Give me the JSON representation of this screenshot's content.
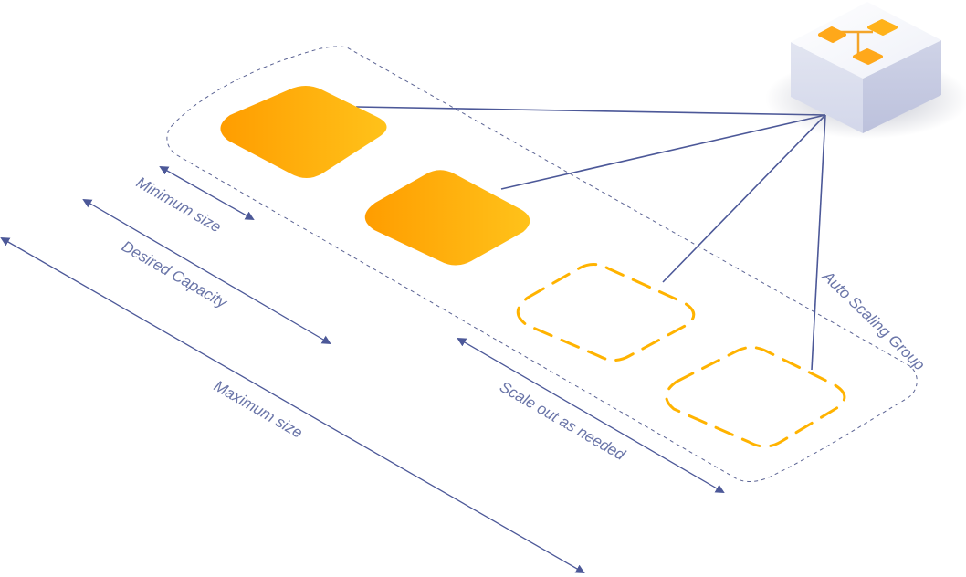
{
  "diagram": {
    "group_label": "Auto Scaling Group",
    "labels": {
      "minimum_size": "Minimum size",
      "desired_capacity": "Desired Capacity",
      "maximum_size": "Maximum size",
      "scale_out": "Scale out as needed"
    },
    "instances": {
      "running_count": 2,
      "standby_count": 2
    },
    "icons": {
      "controller": "auto-scaling-cube-icon",
      "instance": "instance-tile-icon"
    },
    "colors": {
      "instance_gradient_start": "#ff9d00",
      "instance_gradient_end": "#ffc21a",
      "standby_border": "#ffb300",
      "connector_line": "#4c5898",
      "group_border": "#5c6494",
      "dimension_arrow": "#4c5898",
      "label_text": "#6a75a8",
      "cube_face": "#f2f3fa",
      "cube_icon": "#ffa81a"
    }
  }
}
